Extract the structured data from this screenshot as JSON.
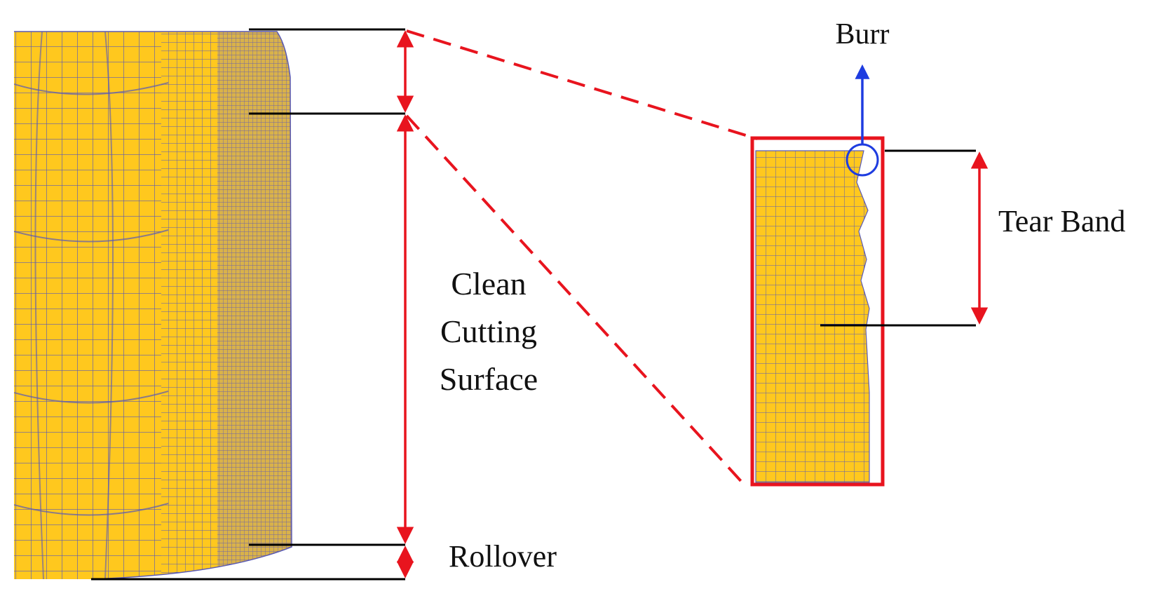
{
  "labels": {
    "burr": "Burr",
    "tear_band": "Tear Band",
    "clean_cutting_surface": [
      "Clean",
      "Cutting",
      "Surface"
    ],
    "rollover": "Rollover"
  },
  "colors": {
    "mesh_fill": "#FFC81E",
    "mesh_line": "#5A5AB4",
    "mesh_dense": "#9C8FA0",
    "dimension_arrow": "#E8141E",
    "zoom_lines": "#E8141E",
    "zoom_box": "#E8141E",
    "burr_marker": "#1E3CE0",
    "leader_lines": "#000000"
  }
}
